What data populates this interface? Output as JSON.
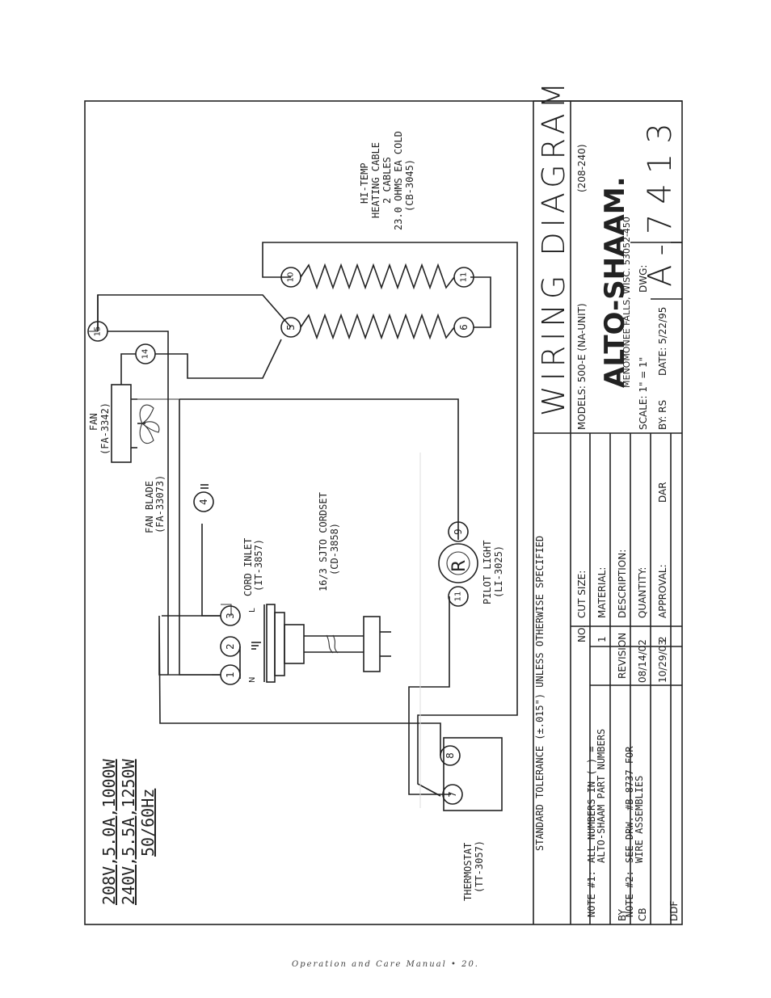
{
  "ratings": {
    "line1": "208V,5.0A,1000W",
    "line2": "240V,5.5A,1250W",
    "line3": "50/60Hz"
  },
  "tolerance": "STANDARD TOLERANCE (±.015\") UNLESS OTHERWISE SPECIFIED",
  "notes": {
    "label1": "NOTE #1:",
    "note1_line1": "ALL NUMBERS IN ( ) =",
    "note1_line2": "ALTO-SHAAM PART NUMBERS",
    "label2": "NOTE #2:",
    "note2_line1": "SEE DRW. #B-8737 FOR",
    "note2_line2": "WIRE ASSEMBLIES"
  },
  "components": {
    "fan": {
      "line1": "FAN",
      "line2": "(FA-3342)"
    },
    "fan_blade": {
      "line1": "FAN BLADE",
      "line2": "(FA-33073)"
    },
    "heating_cable": {
      "line1": "HI-TEMP",
      "line2": "HEATING CABLE",
      "line3": "2 CABLES",
      "line4": "23.0 OHMS EA COLD",
      "line5": "(CB-3045)"
    },
    "cord_inlet": {
      "line1": "CORD INLET",
      "line2": "(IT-3857)"
    },
    "cordset": {
      "line1": "16/3 SJTO CORDSET",
      "line2": "(CD-3858)"
    },
    "pilot_light": {
      "line1": "PILOT LIGHT",
      "line2": "(LI-3025)",
      "symbol": "R"
    },
    "thermostat": {
      "line1": "THERMOSTAT",
      "line2": "(TT-3057)"
    }
  },
  "terminals": [
    "1",
    "2",
    "3",
    "4",
    "5",
    "6",
    "7",
    "8",
    "9",
    "10",
    "11",
    "11",
    "14",
    "15"
  ],
  "inlet_marks": {
    "n": "N",
    "l": "L"
  },
  "title_block": {
    "title": "WIRING DIAGRAM",
    "models": "MODELS: 500-E (NA-UNIT)",
    "voltage": "(208-240)",
    "company": "ALTO-SHAAM.",
    "address": "MENOMONEE FALLS, WISC. 53052-450",
    "scale": "SCALE:  1\" = 1\"",
    "dwg_label": "DWG:",
    "dwg_number": "A-7413",
    "by": "BY: RS",
    "date": "DATE: 5/22/95",
    "cut_size": "CUT SIZE:",
    "material": "MATERIAL:",
    "description": "DESCRIPTION:",
    "quantity": "QUANTITY:",
    "approval": "APPROVAL:",
    "approval_value": "DAR"
  },
  "revisions": {
    "headers": [
      "NO.",
      "REVISION",
      "BY"
    ],
    "rows": [
      {
        "no": "1",
        "date": "08/14/02",
        "by": "CB"
      },
      {
        "no": "2",
        "date": "10/29/03",
        "by": "DDF"
      }
    ]
  },
  "footer": "Operation and Care Manual • 20."
}
